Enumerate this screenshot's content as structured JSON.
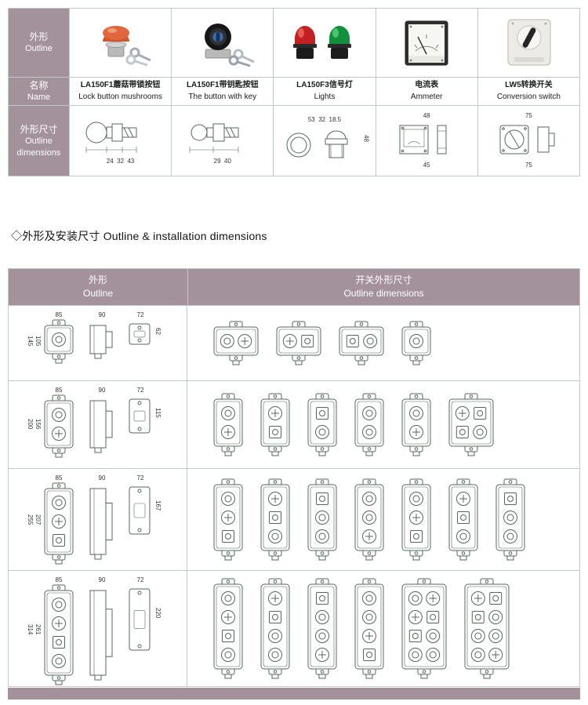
{
  "page": {
    "accent_color": "#a3929b",
    "table_line_color": "#becac2",
    "drawing_stroke_color": "#55675c"
  },
  "section_heading": "◇外形及安装尺寸 Outline & installation dimensions",
  "top_table": {
    "row_headers": [
      {
        "zh": "外形",
        "en": "Outline"
      },
      {
        "zh": "名称",
        "en": "Name"
      },
      {
        "zh": "外形尺寸",
        "en": "Outline dimensions"
      }
    ],
    "columns": [
      {
        "photo": "mushroom-lock-button",
        "name_zh": "LA150F1蘑菇带锁按钮",
        "name_en": "Lock button mushrooms",
        "dims_top": "",
        "dims_bottom": "24  32  43",
        "dim_side": ""
      },
      {
        "photo": "button-with-key",
        "name_zh": "LA150F1带钥匙按钮",
        "name_en": "The button with key",
        "dims_top": "",
        "dims_bottom": "29  40",
        "dim_side": ""
      },
      {
        "photo": "signal-lights",
        "name_zh": "LA150F3信号灯",
        "name_en": "Lights",
        "dims_top": "53  32  18.5",
        "dims_bottom": "",
        "dim_side": "48"
      },
      {
        "photo": "ammeter",
        "name_zh": "电流表",
        "name_en": "Ammeter",
        "dims_top": "48",
        "dims_bottom": "45",
        "dim_side": ""
      },
      {
        "photo": "conversion-switch",
        "name_zh": "LW5转换开关",
        "name_en": "Conversion switch",
        "dims_top": "75",
        "dims_bottom": "75",
        "dim_side": ""
      }
    ]
  },
  "outline_table": {
    "header_left_zh": "外形",
    "header_left_en": "Outline",
    "header_right_zh": "开关外形尺寸",
    "header_right_en": "Outline dimensions",
    "rows": [
      {
        "top_widths": [
          "85",
          "90",
          "72"
        ],
        "height_inner": "105",
        "height_outer": "145",
        "height_back": "62",
        "buttons": 1,
        "variants": [
          2,
          2,
          2,
          1
        ]
      },
      {
        "top_widths": [
          "85",
          "90",
          "72"
        ],
        "height_inner": "156",
        "height_outer": "200",
        "height_back": "115",
        "buttons": 2,
        "variants": [
          1,
          1,
          1,
          1,
          1,
          2
        ]
      },
      {
        "top_widths": [
          "85",
          "90",
          "72"
        ],
        "height_inner": "207",
        "height_outer": "255",
        "height_back": "167",
        "buttons": 3,
        "variants": [
          1,
          1,
          1,
          1,
          1,
          1,
          1
        ]
      },
      {
        "top_widths": [
          "85",
          "90",
          "72"
        ],
        "height_inner": "261",
        "height_outer": "314",
        "height_back": "220",
        "buttons": 4,
        "variants": [
          1,
          1,
          1,
          1,
          2,
          2
        ]
      }
    ]
  }
}
